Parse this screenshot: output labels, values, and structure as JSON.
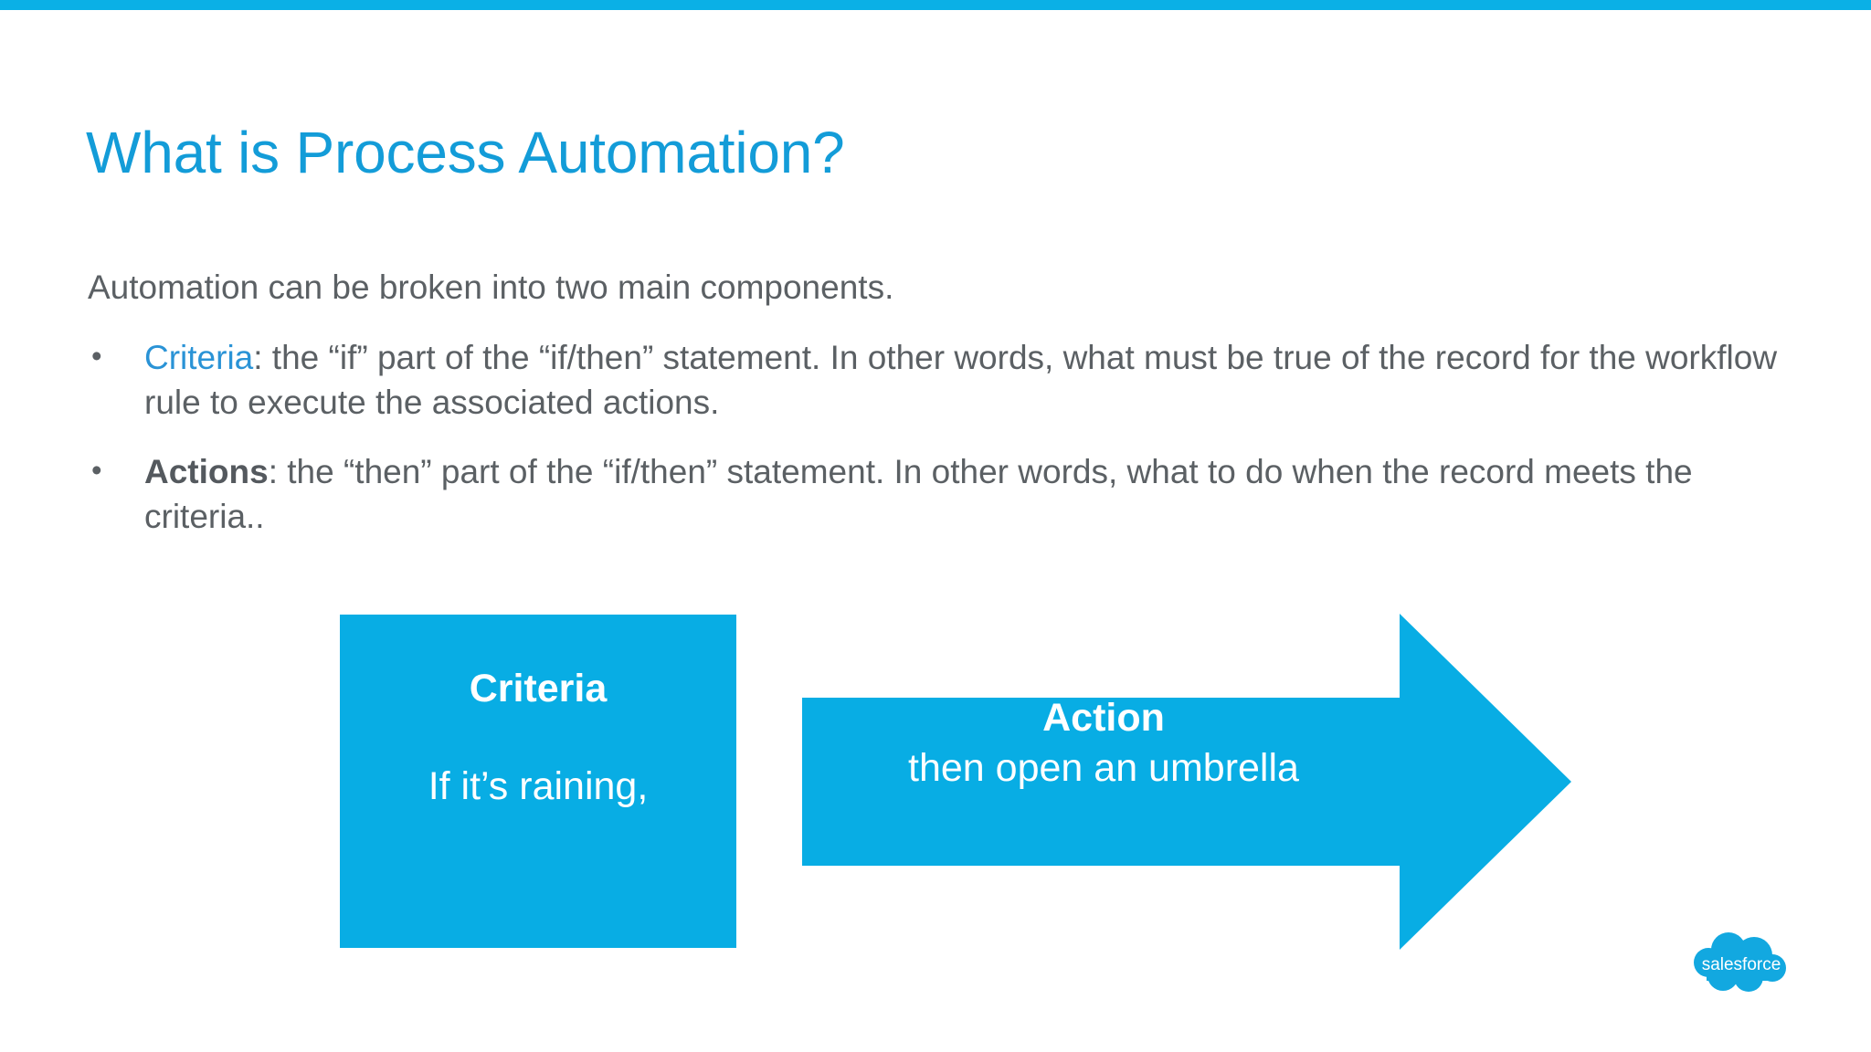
{
  "slide": {
    "title": "What is Process Automation?",
    "accent_color": "#0ab0e6",
    "title_color": "#139cd8",
    "body_text_color": "#5b6064",
    "background": "#ffffff"
  },
  "body": {
    "intro": "Automation can be broken into two main components.",
    "bullets": [
      {
        "marker": "•",
        "lead": "Criteria",
        "lead_color": "#2a93d6",
        "lead_style": "colored",
        "rest": ": the “if” part of the “if/then” statement. In other words, what must be true of the record for the workflow rule to execute the associated actions."
      },
      {
        "marker": "•",
        "lead": "Actions",
        "lead_color": "#54595e",
        "lead_style": "bold",
        "rest": ": the “then” part of the “if/then” statement. In other words, what to do when the record meets the criteria.."
      }
    ]
  },
  "diagram": {
    "shape_color": "#08ade4",
    "criteria_box": {
      "title": "Criteria",
      "subtitle": "If it’s raining,"
    },
    "action_arrow": {
      "title": "Action",
      "subtitle": "then open an umbrella",
      "direction": "right"
    }
  },
  "branding": {
    "logo_name": "salesforce",
    "logo_wordmark": "salesforce",
    "logo_color": "#12a8e0"
  }
}
